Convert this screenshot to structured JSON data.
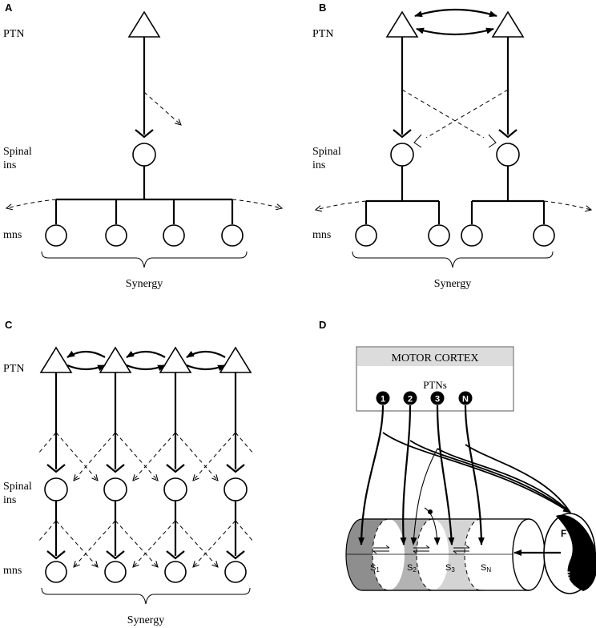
{
  "panels": {
    "a": {
      "letter": "A",
      "ptn_label": "PTN",
      "spinal_label_line1": "Spinal",
      "spinal_label_line2": "ins",
      "mns_label": "mns",
      "synergy_label": "Synergy"
    },
    "b": {
      "letter": "B",
      "ptn_label": "PTN",
      "spinal_label_line1": "Spinal",
      "spinal_label_line2": "ins",
      "mns_label": "mns",
      "synergy_label": "Synergy"
    },
    "c": {
      "letter": "C",
      "ptn_label": "PTN",
      "spinal_label_line1": "Spinal",
      "spinal_label_line2": "ins",
      "mns_label": "mns",
      "synergy_label": "Synergy"
    },
    "d": {
      "letter": "D",
      "cortex_title": "MOTOR CORTEX",
      "ptns_label": "PTNs",
      "ptn_numbers": [
        "1",
        "2",
        "3",
        "N"
      ],
      "segments": [
        {
          "base": "S",
          "sub": "1"
        },
        {
          "base": "S",
          "sub": "2"
        },
        {
          "base": "S",
          "sub": "3"
        },
        {
          "base": "S",
          "sub": "N"
        }
      ],
      "joint_flex_label": "F",
      "joint_ext_label": "E",
      "colors": {
        "segment_1": "#8e8e8e",
        "segment_2": "#b3b3b3",
        "segment_3": "#d4d4d4",
        "segment_n": "#ffffff",
        "cortex_header": "#dcdcdc",
        "joint_dark": "#000000"
      }
    }
  }
}
